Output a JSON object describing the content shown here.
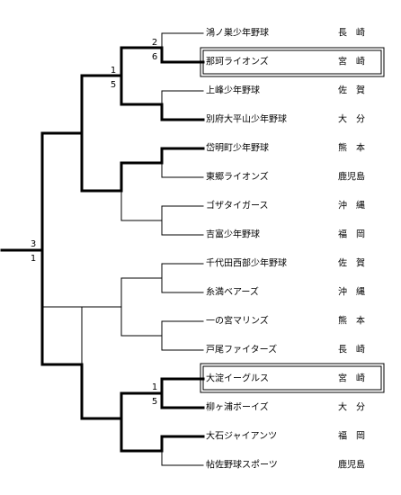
{
  "teams": [
    {
      "name": "鴻ノ巣少年野球",
      "prefecture": "長　崎"
    },
    {
      "name": "那珂ライオンズ",
      "prefecture": "宮　崎",
      "highlighted": true
    },
    {
      "name": "上峰少年野球",
      "prefecture": "佐　賀"
    },
    {
      "name": "別府大平山少年野球",
      "prefecture": "大　分"
    },
    {
      "name": "岱明町少年野球",
      "prefecture": "熊　本"
    },
    {
      "name": "東郷ライオンズ",
      "prefecture": "鹿児島"
    },
    {
      "name": "ゴザタイガース",
      "prefecture": "沖　縄"
    },
    {
      "name": "吉富少年野球",
      "prefecture": "福　岡"
    },
    {
      "name": "千代田西部少年野球",
      "prefecture": "佐　賀"
    },
    {
      "name": "糸満ベアーズ",
      "prefecture": "沖　縄"
    },
    {
      "name": "一の宮マリンズ",
      "prefecture": "熊　本"
    },
    {
      "name": "戸尾ファイターズ",
      "prefecture": "長　崎"
    },
    {
      "name": "大淀イーグルス",
      "prefecture": "宮　崎",
      "highlighted": true
    },
    {
      "name": "柳ヶ浦ボーイズ",
      "prefecture": "大　分"
    },
    {
      "name": "大石ジャイアンツ",
      "prefecture": "福　岡"
    },
    {
      "name": "帖佐野球スポーツ",
      "prefecture": "鹿児島"
    }
  ],
  "scores": [
    {
      "top": "2",
      "bottom": "6"
    },
    {
      "top": "1",
      "bottom": "5"
    },
    {
      "top": "3",
      "bottom": "1"
    },
    {
      "top": "1",
      "bottom": "5"
    }
  ]
}
